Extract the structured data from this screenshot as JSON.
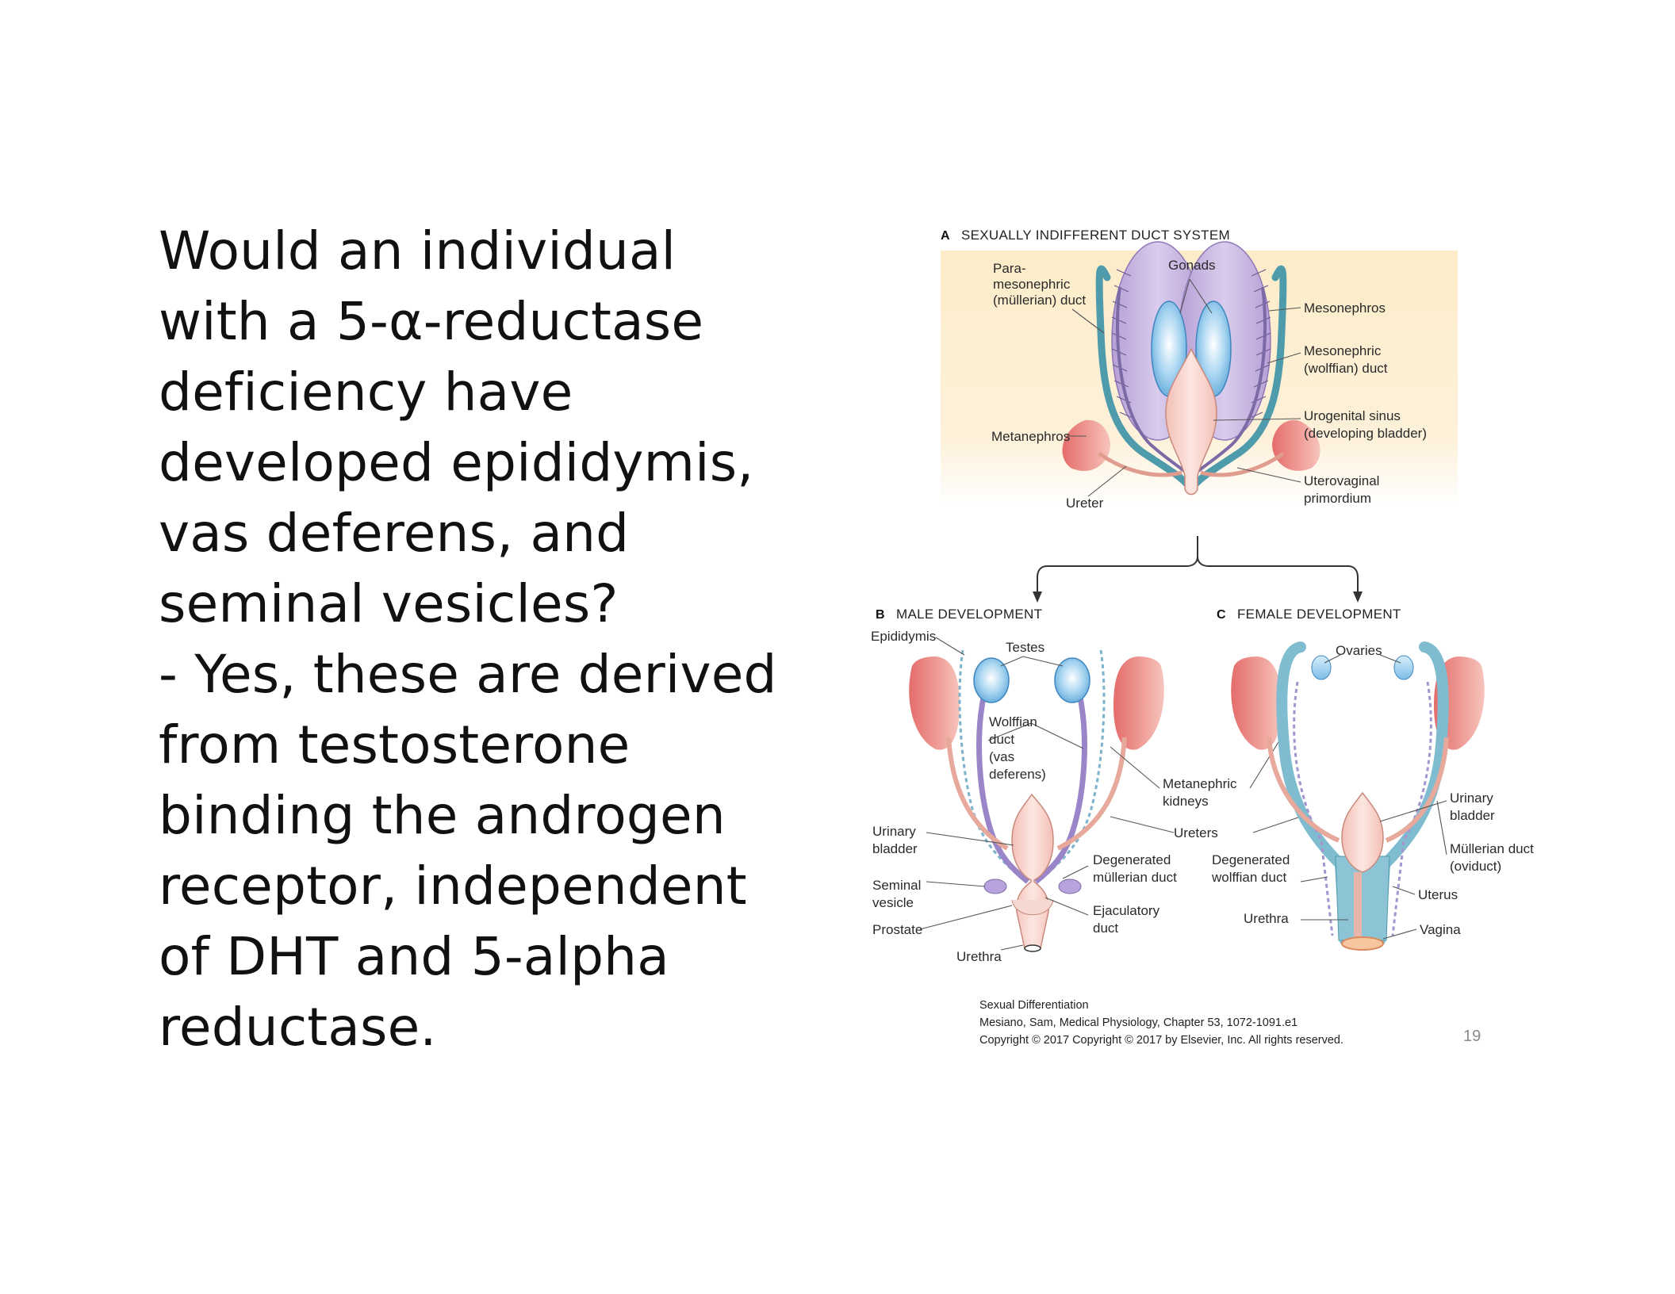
{
  "slide": {
    "question_text": "Would an individual\nwith a 5-α-reductase\ndeficiency have\ndeveloped epididymis,\nvas deferens, and\nseminal vesicles?\n- Yes, these are derived\nfrom testosterone\nbinding the androgen\nreceptor, independent\nof DHT and 5-alpha\nreductase.",
    "page_number": "19"
  },
  "figure": {
    "panel_a": {
      "letter": "A",
      "title": "SEXUALLY INDIFFERENT DUCT SYSTEM",
      "labels": {
        "para_1": "Para-",
        "para_2": "mesonephric",
        "para_3": "(müllerian) duct",
        "gonads": "Gonads",
        "mesonephros": "Mesonephros",
        "mesonephric_1": "Mesonephric",
        "mesonephric_2": "(wolffian) duct",
        "urogenital_1": "Urogenital sinus",
        "urogenital_2": "(developing bladder)",
        "metanephros": "Metanephros",
        "uterovaginal_1": "Uterovaginal",
        "uterovaginal_2": "primordium",
        "ureter": "Ureter"
      }
    },
    "panel_b": {
      "letter": "B",
      "title": "MALE DEVELOPMENT",
      "labels": {
        "epididymis": "Epididymis",
        "testes": "Testes",
        "wolffian_1": "Wolffian",
        "wolffian_2": "duct",
        "wolffian_3": "(vas",
        "wolffian_4": "deferens)",
        "urinary_1": "Urinary",
        "urinary_2": "bladder",
        "seminal_1": "Seminal",
        "seminal_2": "vesicle",
        "prostate": "Prostate",
        "urethra": "Urethra",
        "degen_mull_1": "Degenerated",
        "degen_mull_2": "müllerian duct",
        "ejaculatory_1": "Ejaculatory",
        "ejaculatory_2": "duct"
      }
    },
    "shared_labels": {
      "metanephric_1": "Metanephric",
      "metanephric_2": "kidneys",
      "ureters": "Ureters"
    },
    "panel_c": {
      "letter": "C",
      "title": "FEMALE DEVELOPMENT",
      "labels": {
        "ovaries": "Ovaries",
        "urinary_1": "Urinary",
        "urinary_2": "bladder",
        "mullerian_1": "Müllerian duct",
        "mullerian_2": "(oviduct)",
        "degen_wolff_1": "Degenerated",
        "degen_wolff_2": "wolffian duct",
        "uterus": "Uterus",
        "urethra": "Urethra",
        "vagina": "Vagina"
      }
    }
  },
  "citation": {
    "line1": "Sexual Differentiation",
    "line2": "Mesiano, Sam, Medical Physiology, Chapter 53, 1072-1091.e1",
    "line3": "Copyright ©  2017   Copyright © 2017 by Elsevier, Inc. All rights reserved."
  },
  "colors": {
    "panel_a_background": "#fcefd2",
    "mesonephros": "#c7b3e0",
    "gonad": "#9ed0ee",
    "duct_teal": "#5aa6b5",
    "kidney": "#e98a86",
    "bladder": "#f7d3cc"
  }
}
